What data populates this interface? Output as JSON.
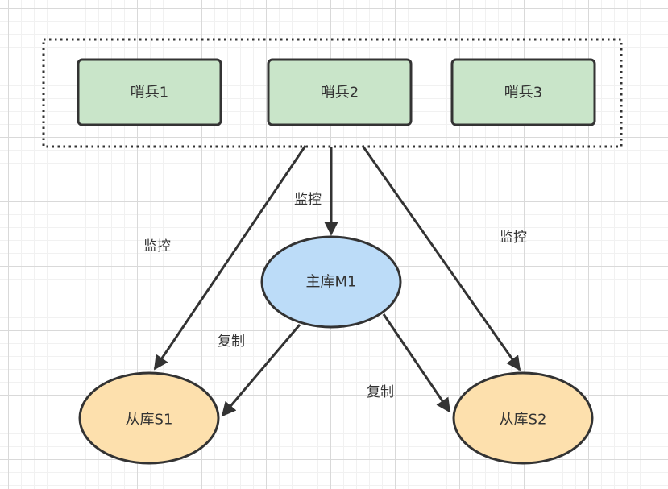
{
  "colors": {
    "sentinel_fill": "#c9e5c9",
    "master_fill": "#bcdcf8",
    "slave_fill": "#fde0ad",
    "stroke": "#333333",
    "text": "#333333"
  },
  "sentinels": [
    {
      "label": "哨兵1"
    },
    {
      "label": "哨兵2"
    },
    {
      "label": "哨兵3"
    }
  ],
  "master": {
    "label": "主库M1"
  },
  "slaves": [
    {
      "label": "从库S1"
    },
    {
      "label": "从库S2"
    }
  ],
  "edge_labels": {
    "monitor_left": "监控",
    "monitor_middle": "监控",
    "monitor_right": "监控",
    "replicate_left": "复制",
    "replicate_right": "复制"
  }
}
